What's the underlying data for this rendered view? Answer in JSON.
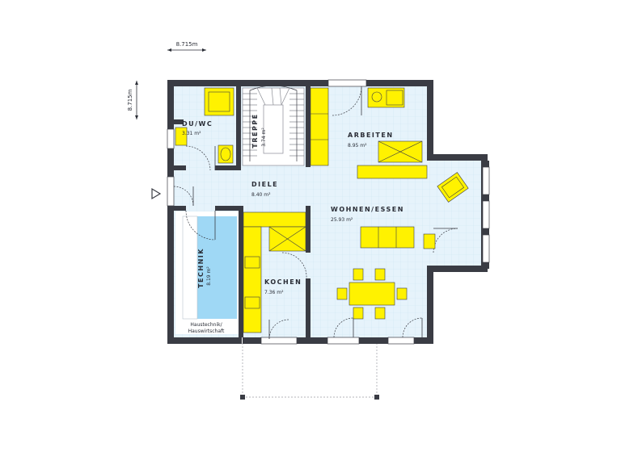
{
  "dimensions": {
    "width_label": "8.715m",
    "height_label": "8.715m"
  },
  "rooms": {
    "du_wc": {
      "name": "DU/WC",
      "area": "3.31 m²"
    },
    "treppe": {
      "name": "TREPPE",
      "area": "3.74 m²"
    },
    "arbeiten": {
      "name": "ARBEITEN",
      "area": "8.95 m²"
    },
    "diele": {
      "name": "DIELE",
      "area": "8.40 m²"
    },
    "wohnen_essen": {
      "name": "WOHNEN/ESSEN",
      "area": "25.93 m²"
    },
    "technik": {
      "name": "TECHNIK",
      "area": "8.19 m²",
      "note_line1": "Haustechnik/",
      "note_line2": "Hauswirtschaft"
    },
    "kochen": {
      "name": "KOCHEN",
      "area": "7.36 m²"
    }
  },
  "colors": {
    "wall": "#3a3c44",
    "floor": "#e4f2fb",
    "furniture": "#fff200",
    "tech": "#9fd8f5"
  }
}
